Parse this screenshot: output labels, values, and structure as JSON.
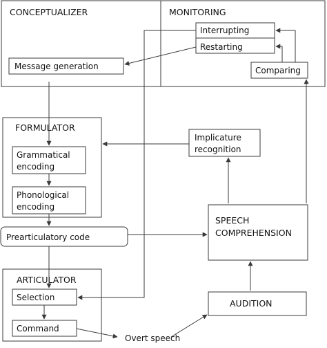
{
  "colors": {
    "line": "#3a3a3a",
    "text": "#111111",
    "background": "#ffffff"
  },
  "conceptualizer": {
    "title": "CONCEPTUALIZER",
    "message_generation": "Message generation"
  },
  "monitoring": {
    "title": "MONITORING",
    "interrupting": "Interrupting",
    "restarting": "Restarting",
    "comparing": "Comparing"
  },
  "formulator": {
    "title": "FORMULATOR",
    "grammatical_encoding": [
      "Grammatical",
      "encoding"
    ],
    "phonological_encoding": [
      "Phonological",
      "encoding"
    ]
  },
  "implicature_recognition": [
    "Implicature",
    "recognition"
  ],
  "prearticulatory_code": "Prearticulatory code",
  "speech_comprehension": [
    "SPEECH",
    "COMPREHENSION"
  ],
  "articulator": {
    "title": "ARTICULATOR",
    "selection": "Selection",
    "command": "Command"
  },
  "audition": "AUDITION",
  "overt_speech": "Overt speech"
}
